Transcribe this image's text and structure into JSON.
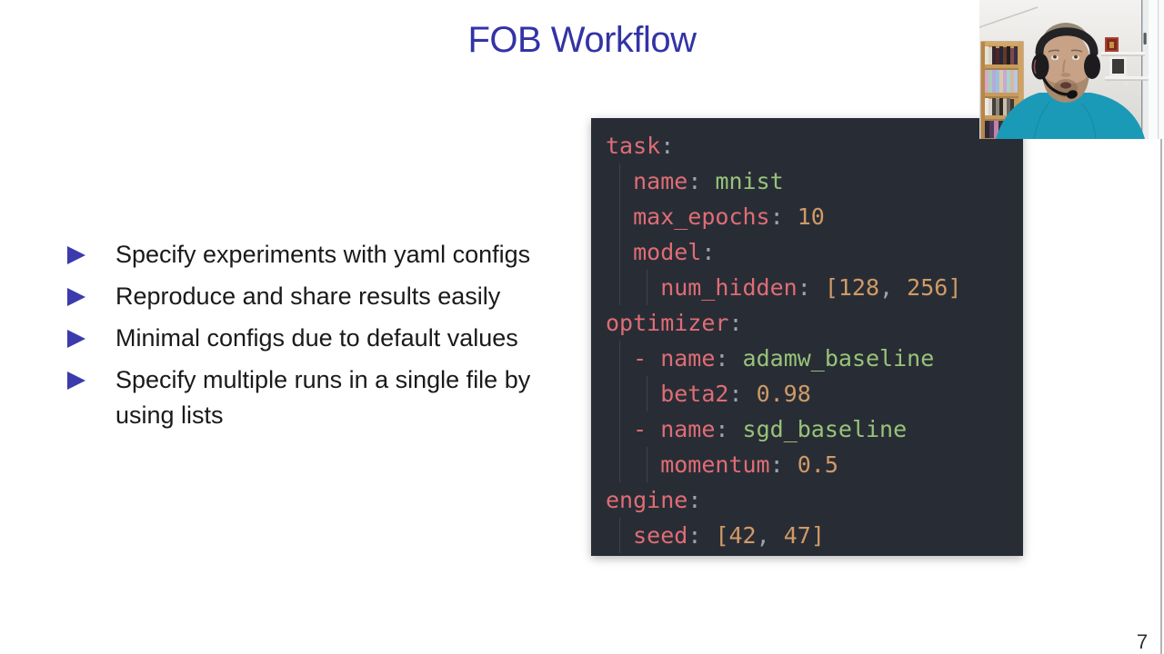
{
  "slide": {
    "title": "FOB Workflow",
    "page_number": "7",
    "bullets": [
      "Specify experiments with yaml configs",
      "Reproduce and share results easily",
      "Minimal configs due to default values",
      "Specify multiple runs in a single file by\nusing lists"
    ]
  },
  "code": {
    "language": "yaml",
    "lines": [
      {
        "indent": 0,
        "tokens": [
          [
            "k",
            "task"
          ],
          [
            "p",
            ":"
          ]
        ]
      },
      {
        "indent": 1,
        "tokens": [
          [
            "k",
            "name"
          ],
          [
            "p",
            ":"
          ],
          [
            "w",
            " "
          ],
          [
            "s",
            "mnist"
          ]
        ]
      },
      {
        "indent": 1,
        "tokens": [
          [
            "k",
            "max_epochs"
          ],
          [
            "p",
            ":"
          ],
          [
            "w",
            " "
          ],
          [
            "n",
            "10"
          ]
        ]
      },
      {
        "indent": 1,
        "tokens": [
          [
            "k",
            "model"
          ],
          [
            "p",
            ":"
          ]
        ]
      },
      {
        "indent": 2,
        "tokens": [
          [
            "k",
            "num_hidden"
          ],
          [
            "p",
            ":"
          ],
          [
            "w",
            " "
          ],
          [
            "n",
            "[128"
          ],
          [
            "p",
            ","
          ],
          [
            "w",
            " "
          ],
          [
            "n",
            "256]"
          ]
        ]
      },
      {
        "indent": 0,
        "tokens": [
          [
            "k",
            "optimizer"
          ],
          [
            "p",
            ":"
          ]
        ]
      },
      {
        "indent": 1,
        "tokens": [
          [
            "k",
            "- "
          ],
          [
            "k",
            "name"
          ],
          [
            "p",
            ":"
          ],
          [
            "w",
            " "
          ],
          [
            "s",
            "adamw_baseline"
          ]
        ]
      },
      {
        "indent": 2,
        "tokens": [
          [
            "k",
            "beta2"
          ],
          [
            "p",
            ":"
          ],
          [
            "w",
            " "
          ],
          [
            "n",
            "0.98"
          ]
        ]
      },
      {
        "indent": 1,
        "tokens": [
          [
            "k",
            "- "
          ],
          [
            "k",
            "name"
          ],
          [
            "p",
            ":"
          ],
          [
            "w",
            " "
          ],
          [
            "s",
            "sgd_baseline"
          ]
        ]
      },
      {
        "indent": 2,
        "tokens": [
          [
            "k",
            "momentum"
          ],
          [
            "p",
            ":"
          ],
          [
            "w",
            " "
          ],
          [
            "n",
            "0.5"
          ]
        ]
      },
      {
        "indent": 0,
        "tokens": [
          [
            "k",
            "engine"
          ],
          [
            "p",
            ":"
          ]
        ]
      },
      {
        "indent": 1,
        "tokens": [
          [
            "k",
            "seed"
          ],
          [
            "p",
            ":"
          ],
          [
            "w",
            " "
          ],
          [
            "n",
            "[42"
          ],
          [
            "p",
            ","
          ],
          [
            "w",
            " "
          ],
          [
            "n",
            "47]"
          ]
        ]
      }
    ]
  },
  "webcam": {
    "description": "presenter with headset and microphone, teal shirt, bookshelf and window behind"
  },
  "theme": {
    "title_color": "#3333a6",
    "bullet_marker_color": "#3b3bad",
    "text_color": "#1a1a1a",
    "code_bg": "#282d35",
    "code_key": "#e06c75",
    "code_punct": "#9aa4b2",
    "code_string": "#98c379",
    "code_number": "#d19a66",
    "code_plain": "#abb2bf",
    "code_guide": "#3c424c",
    "shirt_color": "#1b9ab8"
  }
}
